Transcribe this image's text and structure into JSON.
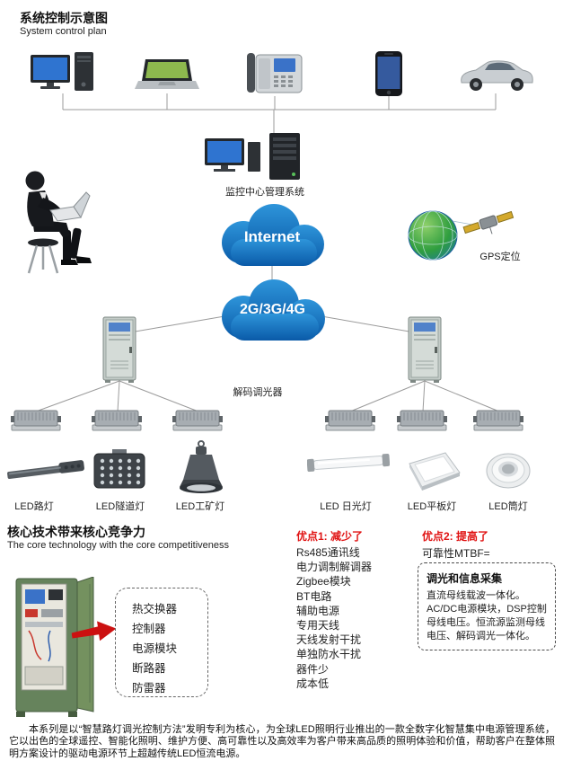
{
  "header": {
    "title_zh": "系统控制示意图",
    "title_en": "System control plan"
  },
  "labels": {
    "monitor_center": "监控中心管理系统",
    "internet": "Internet",
    "gps": "GPS定位",
    "network": "2G/3G/4G",
    "decoder": "解码调光器"
  },
  "led_products": [
    {
      "label": "LED路灯"
    },
    {
      "label": "LED隧道灯"
    },
    {
      "label": "LED工矿灯"
    },
    {
      "label": "LED 日光灯"
    },
    {
      "label": "LED平板灯"
    },
    {
      "label": "LED筒灯"
    }
  ],
  "core": {
    "title_zh": "核心技术带来核心竞争力",
    "title_en": "The core technology with the core competitiveness",
    "cabinet_parts": [
      "热交换器",
      "控制器",
      "电源模块",
      "断路器",
      "防雷器"
    ],
    "advantage1": {
      "title": "优点1: 减少了",
      "items": [
        "Rs485通讯线",
        "电力调制解调器",
        "Zigbee模块",
        "BT电路",
        "辅助电源",
        "专用天线",
        "天线发射干扰",
        "单独防水干扰",
        "器件少",
        "成本低"
      ]
    },
    "advantage2": {
      "title": "优点2: 提高了",
      "reliability": "可靠性MTBF=",
      "box_title": "调光和信息采集",
      "box_body": "直流母线载波一体化。AC/DC电源模块，DSP控制母线电压。恒流源监测母线电压、解码调光一体化。"
    }
  },
  "footer": {
    "paragraph": "本系列是以“智慧路灯调光控制方法”发明专利为核心，为全球LED照明行业推出的一款全数字化智慧集中电源管理系统，它以出色的全球遥控、智能化照明、维护方便、高可靠性以及高效率为客户带来高品质的照明体验和价值，帮助客户在整体照明方案设计的驱动电源环节上超越传统LED恒流电源。"
  },
  "icons": [
    "desktop-computer-icon",
    "laptop-icon",
    "ip-phone-icon",
    "smartphone-icon",
    "car-icon",
    "monitor-center-icon",
    "person-laptop-icon",
    "internet-cloud-icon",
    "gps-globe-icon",
    "satellite-icon",
    "network-cloud-icon",
    "control-cabinet-icon",
    "dimmer-driver-icon",
    "led-street-light-icon",
    "led-tunnel-light-icon",
    "led-highbay-light-icon",
    "led-tube-light-icon",
    "led-panel-light-icon",
    "led-downlight-icon",
    "green-cabinet-icon",
    "red-arrow-icon"
  ],
  "colors": {
    "accent_red": "#e01212",
    "cloud_blue": "#1176c0",
    "arrow_red": "#cc1111"
  }
}
